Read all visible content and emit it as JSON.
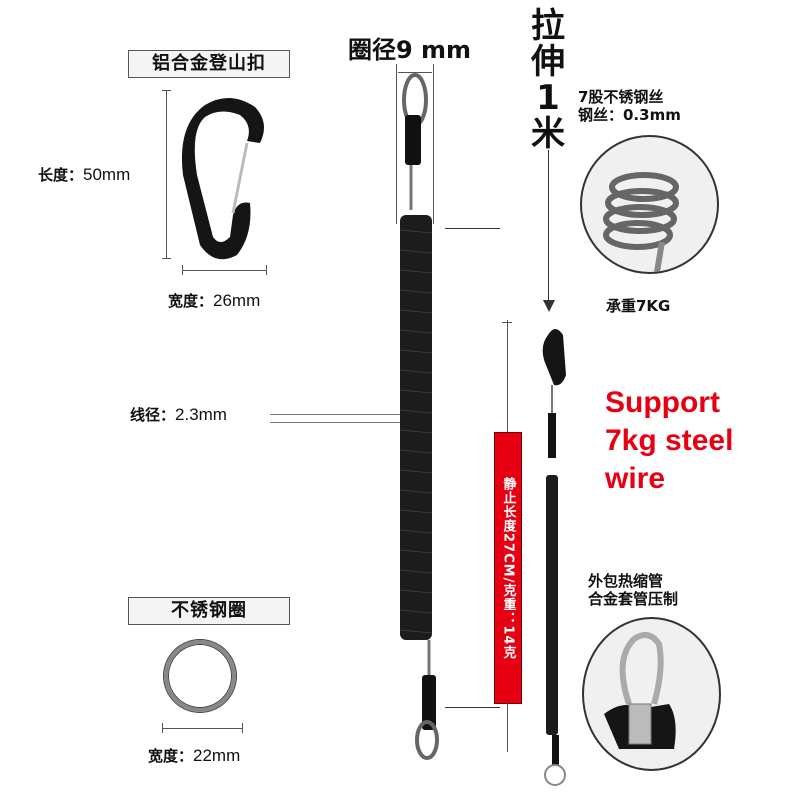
{
  "carabiner": {
    "title": "铝合金登山扣",
    "length_label": "长度：",
    "length_value": "50mm",
    "width_label": "宽度：",
    "width_value": "26mm"
  },
  "ring": {
    "title": "不锈钢圈",
    "width_label": "宽度：",
    "width_value": "22mm"
  },
  "coil": {
    "loop_diameter": "圈径9 mm",
    "wire_diameter_label": "线径：",
    "wire_diameter_value": "2.3mm",
    "static_length_note": "静止长度27CM/克重：14克"
  },
  "stretch": {
    "title": "拉伸1米"
  },
  "wire_detail": {
    "line1": "7股不锈钢丝",
    "line2": "钢丝：0.3mm",
    "load": "承重7KG"
  },
  "promo": {
    "line1": "Support",
    "line2": "7kg steel",
    "line3": "wire"
  },
  "end_detail": {
    "line1": "外包热缩管",
    "line2": "合金套管压制"
  },
  "colors": {
    "accent_red": "#e60012",
    "cord_black": "#1a1a1a",
    "metal_gray": "#8a8a8a"
  }
}
